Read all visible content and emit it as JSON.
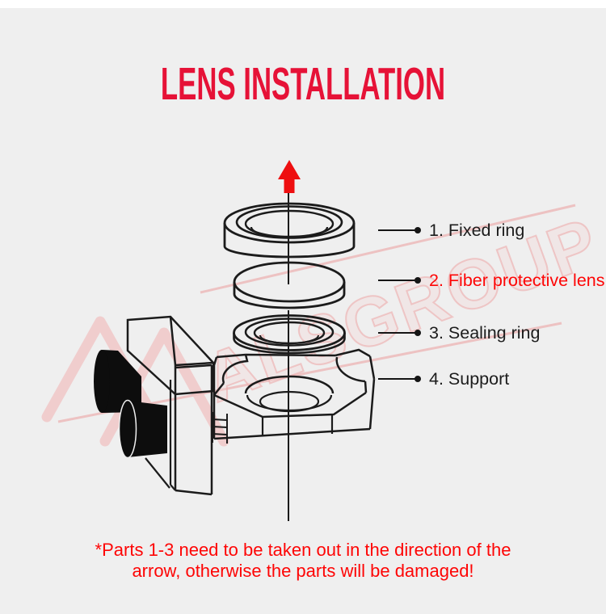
{
  "page": {
    "background": "#efefef",
    "top_strip": "#ffffff"
  },
  "title": {
    "text": "LENS INSTALLATION",
    "color": "#e61237"
  },
  "diagram": {
    "arrow": {
      "meaning": "removal direction up",
      "color": "#ee0f10"
    },
    "line_color": "#1b1b1b",
    "parts": [
      {
        "num": "1",
        "label": "1. Fixed ring",
        "color": "#1c1c1c"
      },
      {
        "num": "2",
        "label": "2. Fiber protective lens",
        "color": "#fe0505"
      },
      {
        "num": "3",
        "label": "3. Sealing ring",
        "color": "#1c1c1c"
      },
      {
        "num": "4",
        "label": "4. Support",
        "color": "#1c1c1c"
      }
    ]
  },
  "watermark": {
    "text": "ALSGROUP",
    "color": "#eeb4b4"
  },
  "note": {
    "line1": "*Parts 1-3 need to be taken out in the direction of the",
    "line2": "arrow, otherwise the parts will be damaged!",
    "color": "#fe0505"
  }
}
